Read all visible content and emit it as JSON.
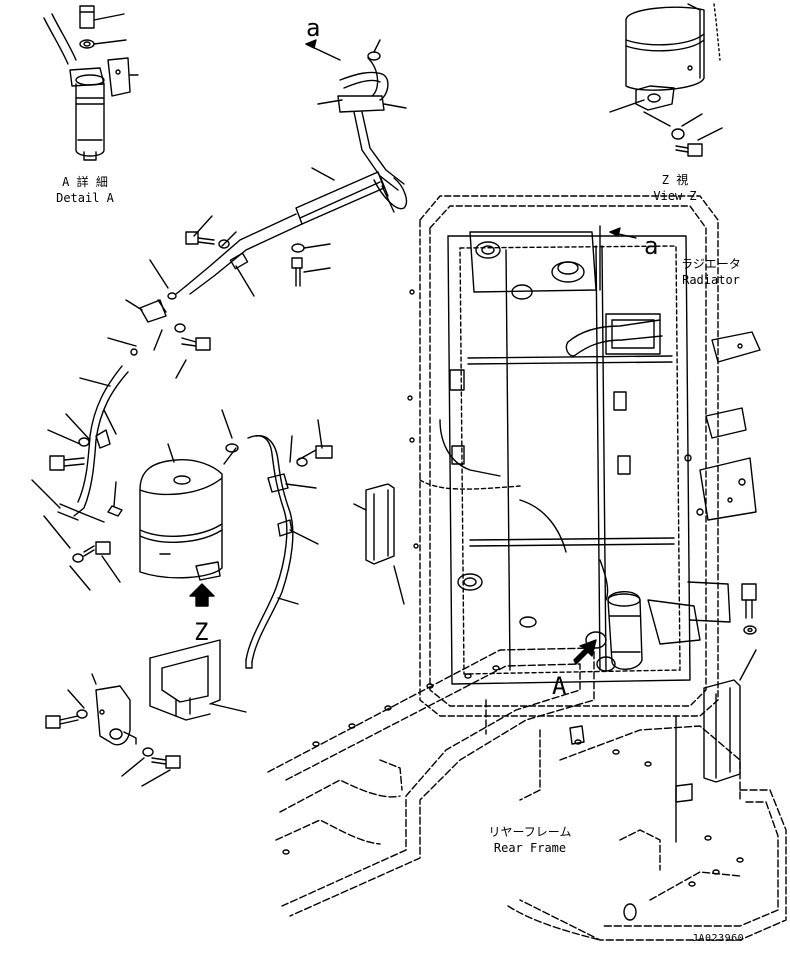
{
  "detail_a": {
    "jp": "A 詳 細",
    "en": "Detail A"
  },
  "view_z": {
    "jp": "Z 視",
    "en": "View Z"
  },
  "radiator": {
    "jp": "ラジエータ",
    "en": "Radiator"
  },
  "rear_frame": {
    "jp": "リヤーフレーム",
    "en": "Rear Frame"
  },
  "markers": {
    "a_top": "a",
    "a_right": "a",
    "A": "A",
    "Z": "Z"
  },
  "drawing_number": "JA023960"
}
